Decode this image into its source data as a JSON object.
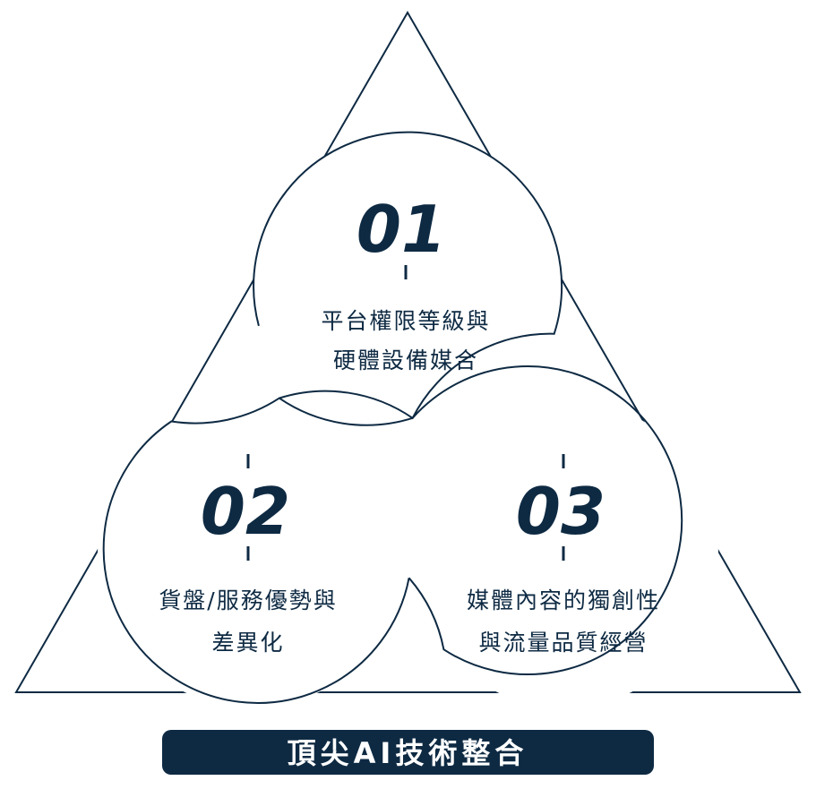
{
  "colors": {
    "primary": "#0e2a43",
    "background": "#ffffff",
    "banner_text": "#ffffff"
  },
  "items": [
    {
      "number": "01",
      "line1": "平台權限等級與",
      "line2": "硬體設備媒合"
    },
    {
      "number": "02",
      "line1": "貨盤/服務優勢與",
      "line2": "差異化"
    },
    {
      "number": "03",
      "line1": "媒體內容的獨創性",
      "line2": "與流量品質經營"
    }
  ],
  "banner": {
    "label": "頂尖AI技術整合"
  }
}
